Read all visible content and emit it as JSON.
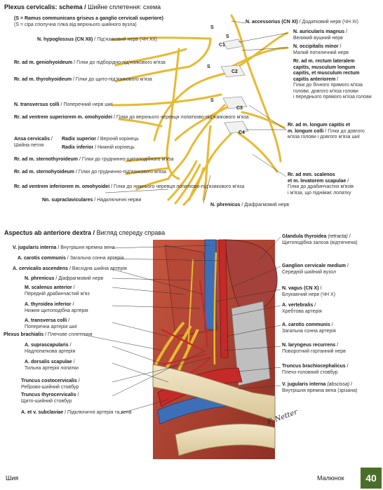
{
  "top": {
    "title_la": "Plexus cervicalis: schema",
    "title_ua": "Шийне сплетення: схема",
    "labels": {
      "ramus_comm_la": "(S = Ramus communicans griseus a ganglio cervicali superiore)",
      "ramus_comm_ua": "(S = сіра сполучна гілка від верхнього шийного вузла)",
      "hypoglossus_la": "N. hypoglossus (CN XII)",
      "hypoglossus_ua": "Під'язиковий нерв (ЧН XII)",
      "geniohyoid_la": "Rr. ad m. geniohyoideum",
      "geniohyoid_ua": "Гілки до підборідно-під'язикового м'яза",
      "thyrohyoid_la": "Rr. ad m. thyrohyoideum",
      "thyrohyoid_ua": "Гілки до щито-під'язикового м'яза",
      "transversus_la": "N. transversus colli",
      "transversus_ua": "Поперечний нерв шиї",
      "omohyoid_sup_la": "Rr. ad ventrem superiorem m. omohyoidei",
      "omohyoid_sup_ua": "Гілки до верхнього черевця лопатково-під'язикового м'яза",
      "ansa_la": "Ansa cervicalis",
      "ansa_ua": "Шийна петля",
      "radix_sup_la": "Radix superior",
      "radix_sup_ua": "Верхній корінець",
      "radix_inf_la": "Radix inferior",
      "radix_inf_ua": "Нижній корінець",
      "sternothyroid_la": "Rr. ad m. sternothyroideum",
      "sternothyroid_ua": "Гілки до груднинно-щитоподібного м'яза",
      "sternohyoid_la": "Rr. ad m. sternohyoideum",
      "sternohyoid_ua": "Гілки до груднинно-під'язикового м'яза",
      "omohyoid_inf_la": "Rr. ad ventrem inferiorem m. omohyoidei",
      "omohyoid_inf_ua": "Гілки до нижнього черевця лопатково-під'язикового м'яза",
      "supraclav_la": "Nn. supraclaviculares",
      "supraclav_ua": "Надключичні нерви",
      "phrenicus_la": "N. phrenicus",
      "phrenicus_ua": "Діафрагмовий нерв",
      "accessorius_la": "N. accessorius (CN XI)",
      "accessorius_ua": "Додатковий нерв (ЧН XI)",
      "auricularis_la": "N. auricularis magnus",
      "auricularis_ua": "Великий вушний нерв",
      "occipitalis_la": "N. occipitalis minor",
      "occipitalis_ua": "Малий потиличний нерв",
      "rectus_la1": "Rr. ad m. rectum lateralem",
      "rectus_la2": "capitis, musculum longum",
      "rectus_la3": "capitis, et musculum rectum",
      "rectus_la4": "capitis anteriorem",
      "rectus_ua1": "Гілки до бічного прямого м'яза",
      "rectus_ua2": "голови, довгого м'яза голови",
      "rectus_ua3": "і переднього прямого м'яза голови",
      "longus_la1": "Rr. ad m. longum capitis et",
      "longus_la2": "m. longum colli",
      "longus_ua1": "Гілки до довгого",
      "longus_ua2": "м'яза голови і довгого м'яза шиї",
      "scalenus_la1": "Rr. ad mm. scalenos",
      "scalenus_la2": "et m. levatorem scapulae",
      "scalenus_ua1": "Гілки до драбинчастих м'язів",
      "scalenus_ua2": "і м'яза, що піднімає лопатку"
    },
    "nodes": {
      "s1": "S",
      "s2": "S",
      "s3": "S",
      "s4": "S",
      "c1": "C1",
      "c2": "C2",
      "c3": "C3",
      "c4": "C4"
    }
  },
  "bottom": {
    "title_la": "Aspectus ab anteriore dextra",
    "title_ua": "Вигляд спереду справа",
    "left_labels": [
      {
        "la": "V. jugularis interna",
        "ua": "Внутрішня яремна вена"
      },
      {
        "la": "A. carotis communis",
        "ua": "Загальна сонна артерія"
      },
      {
        "la": "A. cervicalis ascendens",
        "ua": "Висхідна шийна артерія"
      },
      {
        "la": "N. phrenicus",
        "ua": "Діафрагмовий нерв"
      },
      {
        "la": "M. scalenus anterior",
        "ua": "Передній драбинчастий м'яз"
      },
      {
        "la": "A. thyroidea inferior",
        "ua": "Нижня щитоподібна артерія"
      },
      {
        "la": "A. transversa colli",
        "ua": "Поперечна артерія шиї"
      },
      {
        "la": "Plexus brachialis",
        "ua": "Плечове сплетення"
      },
      {
        "la": "A. suprascapularis",
        "ua": "Надлопаткова артерія"
      },
      {
        "la": "A. dorsalis scapulae",
        "ua": "Тильна артерія лопатки"
      },
      {
        "la": "Truncus costocervicalis",
        "ua": "Реброво-шийний стовбур"
      },
      {
        "la": "Truncus thyrocervicalis",
        "ua": "Щито-шийний стовбур"
      },
      {
        "la": "A. et v. subclaviae",
        "ua": "Підключичні артерія та вена"
      }
    ],
    "right_labels": [
      {
        "la": "Glandula thyroidea",
        "la_em": "(retracta)",
        "ua": "Щитоподібна залоза (відтягнена)"
      },
      {
        "la": "Ganglion cervicale medium",
        "la_em": "",
        "ua": "Середній шийний вузол"
      },
      {
        "la": "N. vagus (CN X)",
        "la_em": "",
        "ua": "Блукаючий нерв (ЧН X)"
      },
      {
        "la": "A. vertebralis",
        "la_em": "",
        "ua": "Хребтова артерія"
      },
      {
        "la": "A. carotis communis",
        "la_em": "",
        "ua": "Загальна сонна артерія"
      },
      {
        "la": "N. laryngeus recurrens",
        "la_em": "",
        "ua": "Поворотний гортанний нерв"
      },
      {
        "la": "Truncus brachiocephalicus",
        "la_em": "",
        "ua": "Плечо-головний стовбур"
      },
      {
        "la": "V. jugularis interna",
        "la_em": "(abscissa)",
        "ua": "Внутрішня яремна вена (зрізана)"
      }
    ],
    "signature": "F. Netter"
  },
  "footer": {
    "left": "Шия",
    "right": "Малюнок",
    "page": "40"
  },
  "colors": {
    "nerve": "#e8b931",
    "nerve_stroke": "#b8892a",
    "artery": "#c42a2a",
    "vein": "#3d6fb8",
    "muscle": "#b84a3a",
    "accent": "#4a6e2a"
  }
}
